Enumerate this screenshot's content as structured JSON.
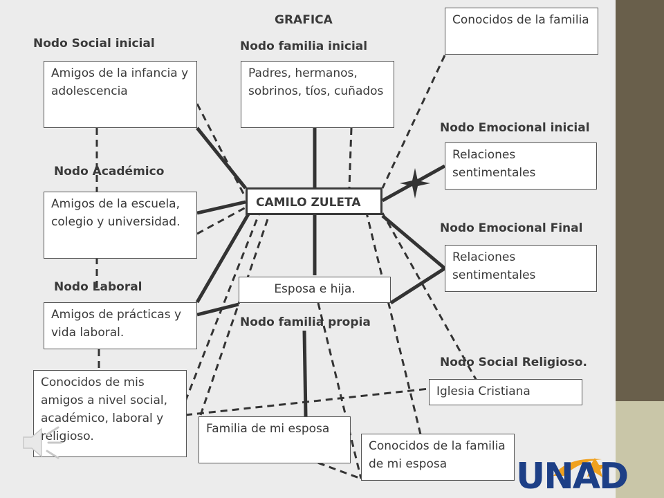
{
  "title": "GRAFICA",
  "center": "CAMILO ZULETA",
  "nodes": {
    "social_inicial": {
      "label": "Nodo Social inicial",
      "text": "Amigos de la infancia y adolescencia"
    },
    "familia_inicial": {
      "label": "Nodo familia inicial",
      "text": "Padres, hermanos, sobrinos, tíos, cuñados"
    },
    "conocidos_familia": {
      "text": "Conocidos de la familia"
    },
    "emocional_inicial": {
      "label": "Nodo Emocional inicial",
      "text": "Relaciones sentimentales"
    },
    "academico": {
      "label": "Nodo Académico",
      "text": "Amigos de la escuela, colegio y universidad."
    },
    "emocional_final": {
      "label": "Nodo Emocional Final",
      "text": "Relaciones sentimentales"
    },
    "laboral": {
      "label": "Nodo Laboral",
      "text": "Amigos de prácticas y vida laboral."
    },
    "familia_propia": {
      "label": "Nodo familia propia",
      "text": "Esposa e hija."
    },
    "social_religioso": {
      "label": "Nodo Social Religioso.",
      "text": "Iglesia Cristiana"
    },
    "conocidos_amigos": {
      "text": "Conocidos de mis amigos a nivel social, académico, laboral y religioso."
    },
    "familia_esposa": {
      "text": "Familia de mi esposa"
    },
    "conocidos_familia_esposa": {
      "text": "Conocidos de la familia de mi esposa"
    }
  },
  "logo": {
    "text": "UNAD"
  },
  "colors": {
    "sidebar_dark": "#695f4b",
    "sidebar_light": "#c9c6a8",
    "line": "#333333",
    "logo_blue": "#1d3f86",
    "logo_orange": "#f0a11f"
  }
}
